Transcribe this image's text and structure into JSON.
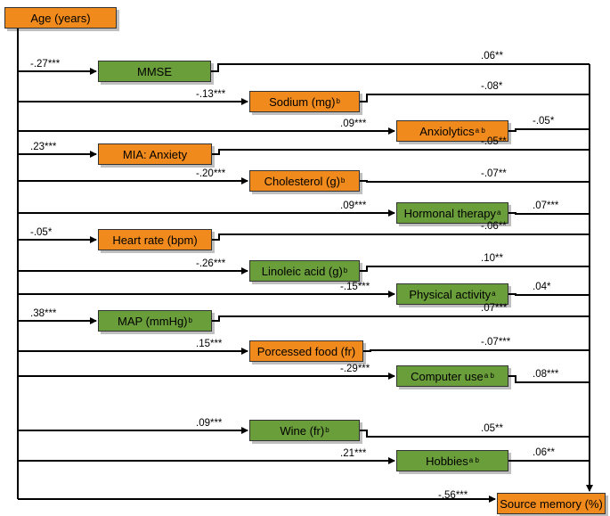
{
  "diagram": {
    "source": {
      "label": "Age (years)",
      "color": "#f08a1c"
    },
    "target": {
      "label": "Source memory (%)",
      "color": "#f08a1c"
    },
    "direct_path": {
      "coef": "-.56***"
    },
    "mediators": [
      {
        "id": "mmse",
        "label": "MMSE",
        "sup": "",
        "color": "#6a9e3a",
        "coef_in": "-.27***",
        "coef_out": ".06**"
      },
      {
        "id": "sodium",
        "label": "Sodium (mg)",
        "sup": "b",
        "color": "#f08a1c",
        "coef_in": "-.13***",
        "coef_out": "-.08*"
      },
      {
        "id": "anxiolytics",
        "label": "Anxiolytics",
        "sup": "a b",
        "color": "#f08a1c",
        "coef_in": ".09***",
        "coef_out": "-.05*"
      },
      {
        "id": "mia-anxiety",
        "label": "MIA: Anxiety",
        "sup": "",
        "color": "#f08a1c",
        "coef_in": ".23***",
        "coef_out": "-.05**"
      },
      {
        "id": "cholesterol",
        "label": "Cholesterol (g)",
        "sup": "b",
        "color": "#f08a1c",
        "coef_in": "-.20***",
        "coef_out": "-.07**"
      },
      {
        "id": "hormonal-therapy",
        "label": "Hormonal therapy",
        "sup": "a",
        "color": "#6a9e3a",
        "coef_in": ".09***",
        "coef_out": ".07***"
      },
      {
        "id": "heart-rate",
        "label": "Heart rate (bpm)",
        "sup": "",
        "color": "#f08a1c",
        "coef_in": "-.05*",
        "coef_out": "-.06**"
      },
      {
        "id": "linoleic-acid",
        "label": "Linoleic acid (g)",
        "sup": "b",
        "color": "#6a9e3a",
        "coef_in": "-.26***",
        "coef_out": ".10**"
      },
      {
        "id": "physical-activity",
        "label": "Physical activity",
        "sup": "a",
        "color": "#6a9e3a",
        "coef_in": "-.15***",
        "coef_out": ".04*"
      },
      {
        "id": "map",
        "label": "MAP (mmHg)",
        "sup": "b",
        "color": "#6a9e3a",
        "coef_in": ".38***",
        "coef_out": ".07***"
      },
      {
        "id": "processed-food",
        "label": "Porcessed food (fr)",
        "sup": "",
        "color": "#f08a1c",
        "coef_in": ".15***",
        "coef_out": "-.07***"
      },
      {
        "id": "computer-use",
        "label": "Computer use",
        "sup": "a b",
        "color": "#6a9e3a",
        "coef_in": "-.29***",
        "coef_out": ".08***"
      },
      {
        "id": "wine",
        "label": "Wine (fr)",
        "sup": "b",
        "color": "#6a9e3a",
        "coef_in": ".09***",
        "coef_out": ".05**"
      },
      {
        "id": "hobbies",
        "label": "Hobbies",
        "sup": "a b",
        "color": "#6a9e3a",
        "coef_in": ".21***",
        "coef_out": ".06**"
      }
    ]
  }
}
